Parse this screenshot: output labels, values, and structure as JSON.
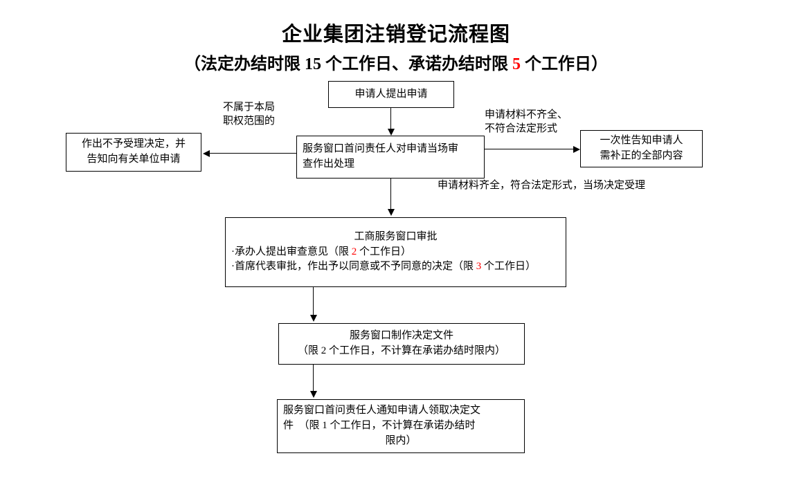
{
  "document": {
    "title": "企业集团注销登记流程图",
    "subtitle_parts": {
      "before": "（法定办结时限 15 个工作日、承诺办结时限 ",
      "highlight": "5",
      "after": " 个工作日）"
    },
    "subtitle_full": "（法定办结时限 15 个工作日、承诺办结时限 5 个工作日）",
    "accent_color": "#ff0000",
    "line_color": "#000000",
    "background_color": "#ffffff"
  },
  "nodes": {
    "applicant_submit": {
      "label": "申请人提出申请"
    },
    "window_review": {
      "line1": "服务窗口首问责任人对申请当场审",
      "line2": "查作出处理"
    },
    "reject_notice": {
      "line1": "作出不予受理决定，并",
      "line2": "告知向有关单位申请"
    },
    "one_time_notice": {
      "line1": "一次性告知申请人",
      "line2": "需补正的全部内容"
    },
    "approval": {
      "title": "工商服务窗口审批",
      "bullet1_before": "·承办人提出审查意见（限 ",
      "bullet1_num": "2",
      "bullet1_after": " 个工作日）",
      "bullet2_before": "·首席代表审批，作出予以同意或不予同意的决定（限 ",
      "bullet2_num": "3",
      "bullet2_after": " 个工作日）"
    },
    "make_document": {
      "line1": "服务窗口制作决定文件",
      "line2": "（限 2 个工作日，不计算在承诺办结时限内）"
    },
    "notify_pickup": {
      "line1": "服务窗口首问责任人通知申请人领取决定文",
      "line2": "件　（限 1 个工作日，不计算在承诺办结时",
      "line3": "限内）"
    }
  },
  "edge_labels": {
    "not_in_scope": "不属于本局\n职权范围的",
    "incomplete_materials": "申请材料不齐全、\n不符合法定形式",
    "complete_materials": "申请材料齐全，符合法定形式，当场决定受理"
  }
}
